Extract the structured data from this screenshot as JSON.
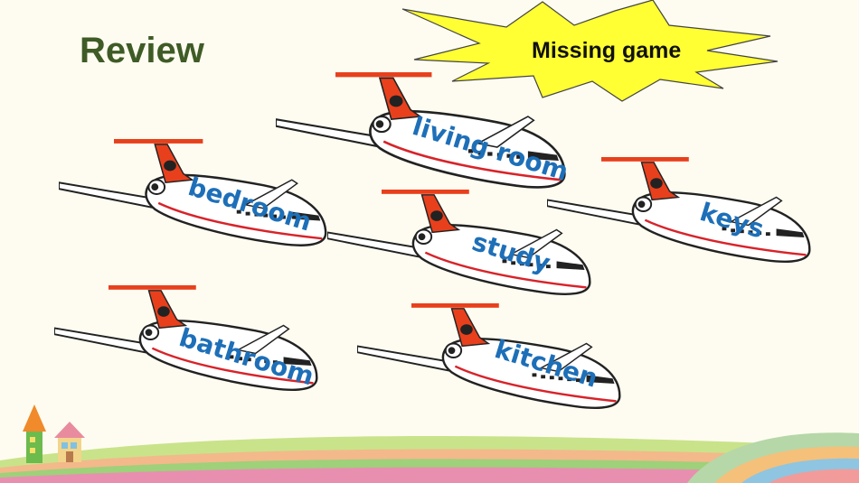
{
  "slide": {
    "title": "Review",
    "game_label": "Missing game"
  },
  "planes": [
    {
      "word": "living room"
    },
    {
      "word": "bedroom"
    },
    {
      "word": "study"
    },
    {
      "word": "keys"
    },
    {
      "word": "bathroom"
    },
    {
      "word": "kitchen"
    }
  ],
  "colors": {
    "background": "#fefcf0",
    "title": "#3f5b26",
    "word": "#1d6fb8",
    "burst": "#ffff33",
    "tail": "#e8401c",
    "stripe": "#d8232a"
  },
  "icons": [
    "star-burst-icon",
    "airplane-icon",
    "house-icon",
    "tower-icon",
    "rainbow-hill-icon"
  ]
}
